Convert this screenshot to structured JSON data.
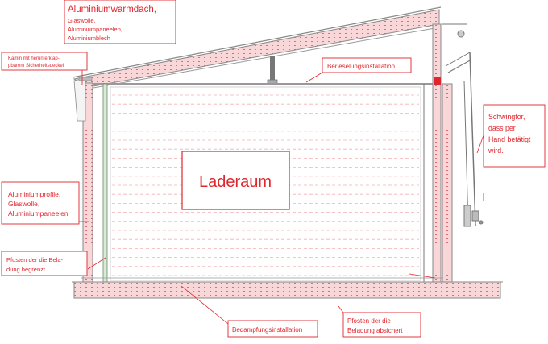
{
  "labels": {
    "roof_title": "Aluminiumwarmdach,",
    "roof_1": "Glaswolle,",
    "roof_2": "Aluminiumpaneelen,",
    "roof_3": "Aluminiumblech",
    "chimney_1": "Kamin mit herunterklap-",
    "chimney_2": "pbarem Sicherheitsdeckel",
    "sprinkler": "Berieselungsinstallation",
    "center": "Laderaum",
    "wall_1": "Aluminiumprofile,",
    "wall_2": "Glaswolle,",
    "wall_3": "Aluminiumpaneelen",
    "post_left_1": "Pfosten der die Bela-",
    "post_left_2": "dung begrenzt",
    "steam": "Bedampfungsinstallation",
    "post_right_1": "Pfosten der die",
    "post_right_2": "Beladung absichert",
    "gate_1": "Schwingtor,",
    "gate_2": "dass per",
    "gate_3": "Hand betätigt",
    "gate_4": "wird."
  },
  "colors": {
    "accent": "#e0262e",
    "line": "#7a7a7a",
    "insulation": "#f6c9cc"
  }
}
